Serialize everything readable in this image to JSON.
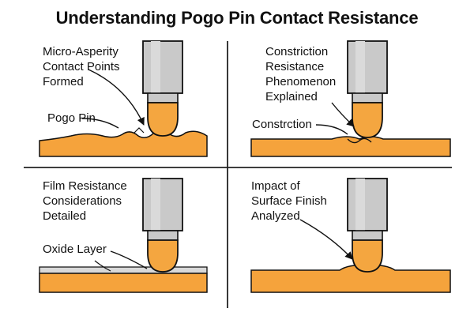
{
  "title": "Understanding Pogo Pin Contact Resistance",
  "colors": {
    "tip": "#F4A640",
    "substrate": "#F5A33C",
    "barrel": "#C9C9C9",
    "barrel_light": "#DADADA",
    "line": "#111111",
    "oxide": "#D9D9D9"
  },
  "panels": {
    "top_left": {
      "heading": "Micro-Asperity\nContact Points\nFormed",
      "callout": "Pogo Pin"
    },
    "top_right": {
      "heading": "Constriction\nResistance\nPhenomenon\nExplained",
      "callout": "Constrction"
    },
    "bottom_left": {
      "heading": "Film Resistance\nConsiderations\nDetailed",
      "callout": "Oxide Layer"
    },
    "bottom_right": {
      "heading": "Impact of\nSurface Finish\nAnalyzed"
    }
  }
}
